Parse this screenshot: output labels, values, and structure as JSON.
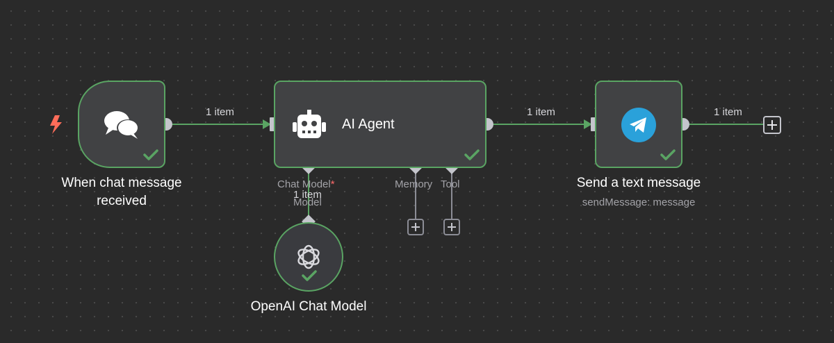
{
  "nodes": {
    "trigger": {
      "label": "When chat message received",
      "icon": "chat-bubbles-icon",
      "status": "success"
    },
    "agent": {
      "label": "AI Agent",
      "icon": "robot-icon",
      "status": "success",
      "ports": {
        "chat_model": "Chat Model",
        "required_mark": "*",
        "memory": "Memory",
        "tool": "Tool"
      }
    },
    "telegram": {
      "label": "Send a text message",
      "sublabel": "sendMessage: message",
      "icon": "telegram-icon",
      "status": "success"
    },
    "model": {
      "label": "OpenAI Chat Model",
      "port_label": "Model",
      "icon": "openai-icon",
      "status": "success"
    }
  },
  "edges": {
    "trigger_to_agent": "1 item",
    "agent_to_telegram": "1 item",
    "telegram_out": "1 item",
    "model_to_agent": "1 item"
  },
  "colors": {
    "canvas": "#2a2a2a",
    "node_bg": "#414244",
    "success": "#5aa463",
    "port": "#c4c5cc",
    "trigger_bolt": "#ff6d5a",
    "telegram": "#2aa1da"
  }
}
